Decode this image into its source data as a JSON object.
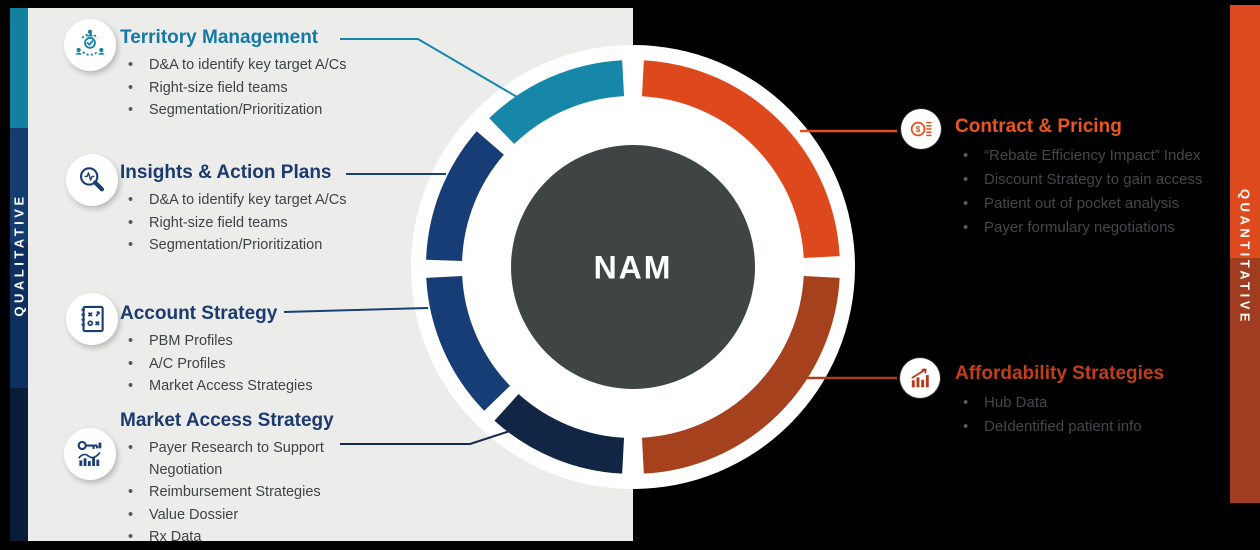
{
  "center": {
    "label": "NAM"
  },
  "left_rail": {
    "label": "QUALITATIVE"
  },
  "right_rail": {
    "label": "QUANTITATIVE"
  },
  "qualitative_sections": [
    {
      "title": "Territory Management",
      "icon": "team-territory-icon",
      "bullets": [
        "D&A to identify key target A/Cs",
        "Right-size field teams",
        "Segmentation/Prioritization"
      ]
    },
    {
      "title": "Insights & Action Plans",
      "icon": "magnifier-pulse-icon",
      "bullets": [
        "D&A to identify key target A/Cs",
        "Right-size field teams",
        "Segmentation/Prioritization"
      ]
    },
    {
      "title": "Account Strategy",
      "icon": "strategy-playbook-icon",
      "bullets": [
        "PBM Profiles",
        "A/C Profiles",
        "Market Access Strategies"
      ]
    },
    {
      "title": "Market Access Strategy",
      "icon": "key-analytics-icon",
      "bullets": [
        "Payer Research to Support Negotiation",
        "Reimbursement Strategies",
        "Value Dossier",
        "Rx Data"
      ]
    }
  ],
  "quantitative_sections": [
    {
      "title": "Contract & Pricing",
      "icon": "coin-dollar-icon",
      "bullets": [
        "“Rebate Efficiency Impact” Index",
        "Discount Strategy to gain access",
        "Patient out of pocket analysis",
        "Payer formulary negotiations"
      ]
    },
    {
      "title": "Affordability Strategies",
      "icon": "growth-chart-icon",
      "bullets": [
        "Hub Data",
        "DeIdentified patient info"
      ]
    }
  ],
  "colors": {
    "teal": "#1787A9",
    "navy": "#163D75",
    "dark_navy": "#112644",
    "orange": "#DD491D",
    "rust": "#A6411E",
    "center_circle": "#3F4444",
    "panel": "#ECECEB",
    "background": "#000000"
  }
}
